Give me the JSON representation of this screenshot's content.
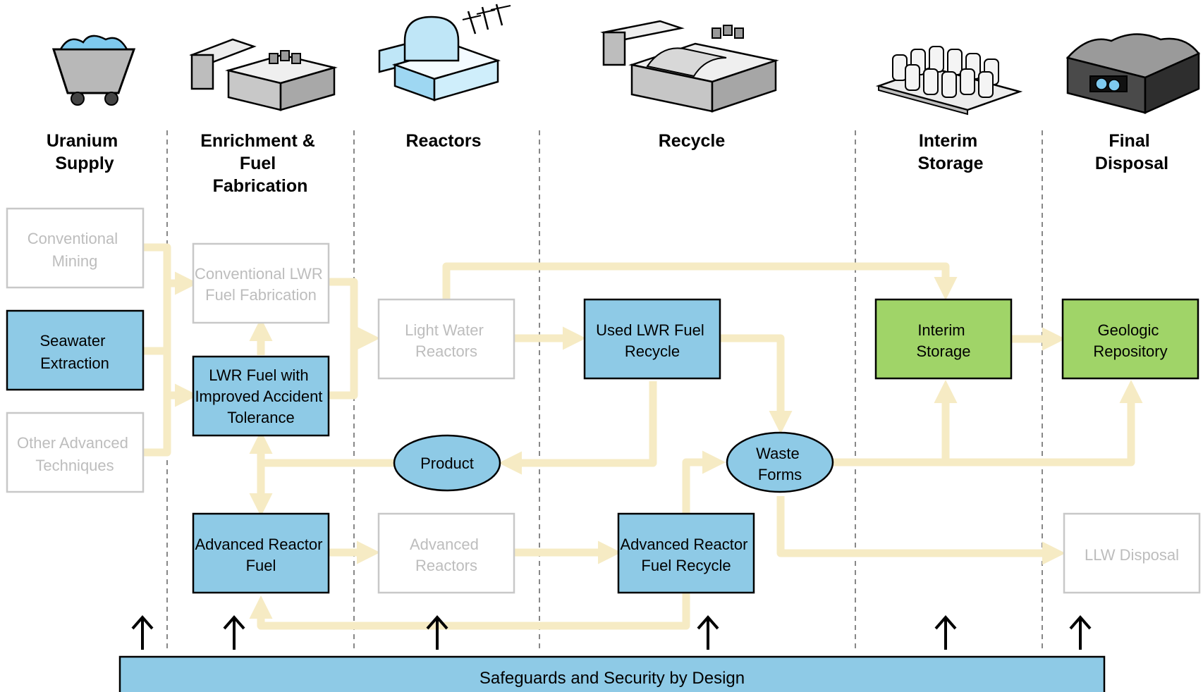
{
  "columns": [
    {
      "id": "uranium-supply",
      "lines": [
        "Uranium",
        "Supply"
      ]
    },
    {
      "id": "enrichment-fuel-fabrication",
      "lines": [
        "Enrichment &",
        "Fuel",
        "Fabrication"
      ]
    },
    {
      "id": "reactors",
      "lines": [
        "Reactors"
      ]
    },
    {
      "id": "recycle",
      "lines": [
        "Recycle"
      ]
    },
    {
      "id": "interim-storage",
      "lines": [
        "Interim",
        "Storage"
      ]
    },
    {
      "id": "final-disposal",
      "lines": [
        "Final",
        "Disposal"
      ]
    }
  ],
  "nodes": {
    "conventional_mining": {
      "lines": [
        "Conventional",
        "Mining"
      ],
      "state": "inactive"
    },
    "seawater_extraction": {
      "lines": [
        "Seawater",
        "Extraction"
      ],
      "state": "blue"
    },
    "other_advanced_techniques": {
      "lines": [
        "Other Advanced",
        "Techniques"
      ],
      "state": "inactive"
    },
    "conventional_lwr_fuel_fabrication": {
      "lines": [
        "Conventional LWR",
        "Fuel Fabrication"
      ],
      "state": "inactive"
    },
    "lwr_fuel_improved_accident_tolerance": {
      "lines": [
        "LWR Fuel with",
        "Improved Accident",
        "Tolerance"
      ],
      "state": "blue"
    },
    "advanced_reactor_fuel": {
      "lines": [
        "Advanced Reactor",
        "Fuel"
      ],
      "state": "blue"
    },
    "light_water_reactors": {
      "lines": [
        "Light Water",
        "Reactors"
      ],
      "state": "inactive"
    },
    "advanced_reactors": {
      "lines": [
        "Advanced",
        "Reactors"
      ],
      "state": "inactive"
    },
    "product": {
      "lines": [
        "Product"
      ],
      "state": "blue"
    },
    "used_lwr_fuel_recycle": {
      "lines": [
        "Used LWR Fuel",
        "Recycle"
      ],
      "state": "blue"
    },
    "waste_forms": {
      "lines": [
        "Waste",
        "Forms"
      ],
      "state": "blue"
    },
    "advanced_reactor_fuel_recycle": {
      "lines": [
        "Advanced Reactor",
        "Fuel Recycle"
      ],
      "state": "blue"
    },
    "interim_storage": {
      "lines": [
        "Interim",
        "Storage"
      ],
      "state": "green"
    },
    "geologic_repository": {
      "lines": [
        "Geologic",
        "Repository"
      ],
      "state": "green"
    },
    "llw_disposal": {
      "lines": [
        "LLW Disposal"
      ],
      "state": "inactive"
    }
  },
  "banner": {
    "label": "Safeguards and Security by Design"
  },
  "colors": {
    "blue_fill": "#8ecae6",
    "green_fill": "#a0d468",
    "flow_arrow": "#f6ebc4",
    "inactive_border": "#c8c8c8",
    "inactive_text": "#bdbdbd",
    "divider": "#888888",
    "icon_gray": "#cfcfcf",
    "icon_light_blue": "#bfe6f7"
  },
  "icons": [
    "ore-cart-icon",
    "fuel-fabrication-plant-icon",
    "reactor-dome-icon",
    "recycling-plant-icon",
    "dry-cask-storage-icon",
    "geologic-repository-icon"
  ]
}
